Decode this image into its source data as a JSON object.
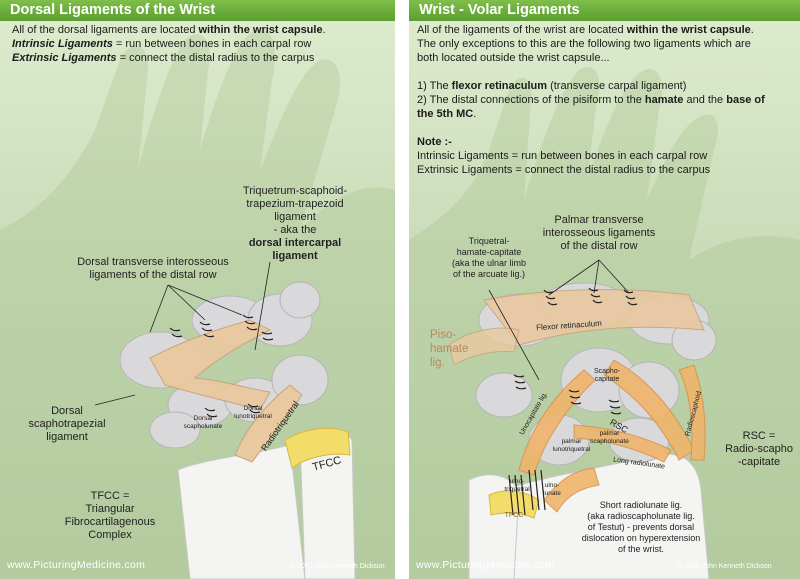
{
  "left": {
    "title": "Dorsal Ligaments of the Wrist",
    "intro": {
      "line1_pre": "All of the dorsal ligaments are located ",
      "line1_bold": "within the wrist capsule",
      "line1_post": ".",
      "intrinsic_term": "Intrinsic Ligaments",
      "intrinsic_def": " = run between bones in each carpal row",
      "extrinsic_term": "Extrinsic Ligaments",
      "extrinsic_def": " = connect the distal radius to the carpus"
    },
    "labels": {
      "triquetrum_l1": "Triquetrum-scaphoid-",
      "triquetrum_l2": "trapezium-trapezoid",
      "triquetrum_l3": "ligament",
      "triquetrum_l4": "- aka the",
      "dorsal_intercarpal_l1": "dorsal intercarpal",
      "dorsal_intercarpal_l2": "ligament",
      "transverse_l1": "Dorsal transverse interosseous",
      "transverse_l2": "ligaments of the distal row",
      "scaphotrapezial_l1": "Dorsal",
      "scaphotrapezial_l2": "scaphotrapezial",
      "scaphotrapezial_l3": "ligament",
      "dorsal_scapholunate_l1": "Dorsal",
      "dorsal_scapholunate_l2": "scapholunate",
      "dorsal_lunotriquetral_l1": "Dorsal",
      "dorsal_lunotriquetral_l2": "lunotriquetral",
      "radiotriquetral": "Radiotriquetral",
      "tfcc": "TFCC",
      "tfcc_def_l1": "TFCC =",
      "tfcc_def_l2": "Triangular",
      "tfcc_def_l3": "Fibrocartilagenous",
      "tfcc_def_l4": "Complex"
    },
    "footer_site": "www.PicturingMedicine.com",
    "footer_copy": "© 2010 John Kenneth Dickson"
  },
  "right": {
    "title": "Wrist - Volar Ligaments",
    "intro": {
      "line1_pre": "All of the ligaments of the wrist are located ",
      "line1_bold": "within the wrist capsule",
      "line1_post": ".",
      "line2": "The only exceptions to this are the following two ligaments which are",
      "line3": "both located outside the wrist capsule...",
      "item1_pre": "1) The ",
      "item1_bold": "flexor retinaculum",
      "item1_post": " (transverse carpal ligament)",
      "item2_pre": "2) The distal connections of the pisiform to the ",
      "item2_bold1": "hamate",
      "item2_mid": " and the ",
      "item2_bold2": "base of",
      "item2_bold3": "the 5th MC",
      "item2_post": ".",
      "note": "Note :-",
      "intrinsic": "Intrinsic Ligaments = run between bones in each carpal row",
      "extrinsic": "Extrinsic Ligaments = connect the distal radius to the carpus"
    },
    "labels": {
      "palmar_l1": "Palmar transverse",
      "palmar_l2": "interosseous ligaments",
      "palmar_l3": "of the distal row",
      "thc_l1": "Triquetral-",
      "thc_l2": "hamate-capitate",
      "thc_l3": "(aka the ulnar limb",
      "thc_l4": "of the arcuate lig.)",
      "flexor_retinaculum": "Flexor retinaculum",
      "piso_l1": "Piso-",
      "piso_l2": "hamate",
      "piso_l3": "lig.",
      "scapho_capitate_l1": "Scapho-",
      "scapho_capitate_l2": "capitate",
      "unocapitate": "Unocapitate lig.",
      "rsc": "RSC",
      "radioscaphoid": "Radioscaphoid",
      "palmar_scapholunate_l1": "palmar",
      "palmar_scapholunate_l2": "scapholunate",
      "palmar_lunotriquetral_l1": "palmar",
      "palmar_lunotriquetral_l2": "lunotriquetral",
      "long_radiolunate": "Long radiolunate",
      "ulno_triquetral_l1": "ulno-",
      "ulno_triquetral_l2": "triquetral",
      "ulno_lunate_l1": "ulno-",
      "ulno_lunate_l2": "lunate",
      "tfcc": "TFCC",
      "rsc_def_l1": "RSC =",
      "rsc_def_l2": "Radio-scapho",
      "rsc_def_l3": "-capitate",
      "short_l1": "Short radiolunate lig.",
      "short_l2": "(aka radioscapholunate lig.",
      "short_l3": "of Testut) - prevents dorsal",
      "short_l4": "dislocation on hyperextension",
      "short_l5": "of the wrist."
    },
    "footer_site": "www.PicturingMedicine.com",
    "footer_copy": "© 2010 John Kenneth Dickson"
  }
}
